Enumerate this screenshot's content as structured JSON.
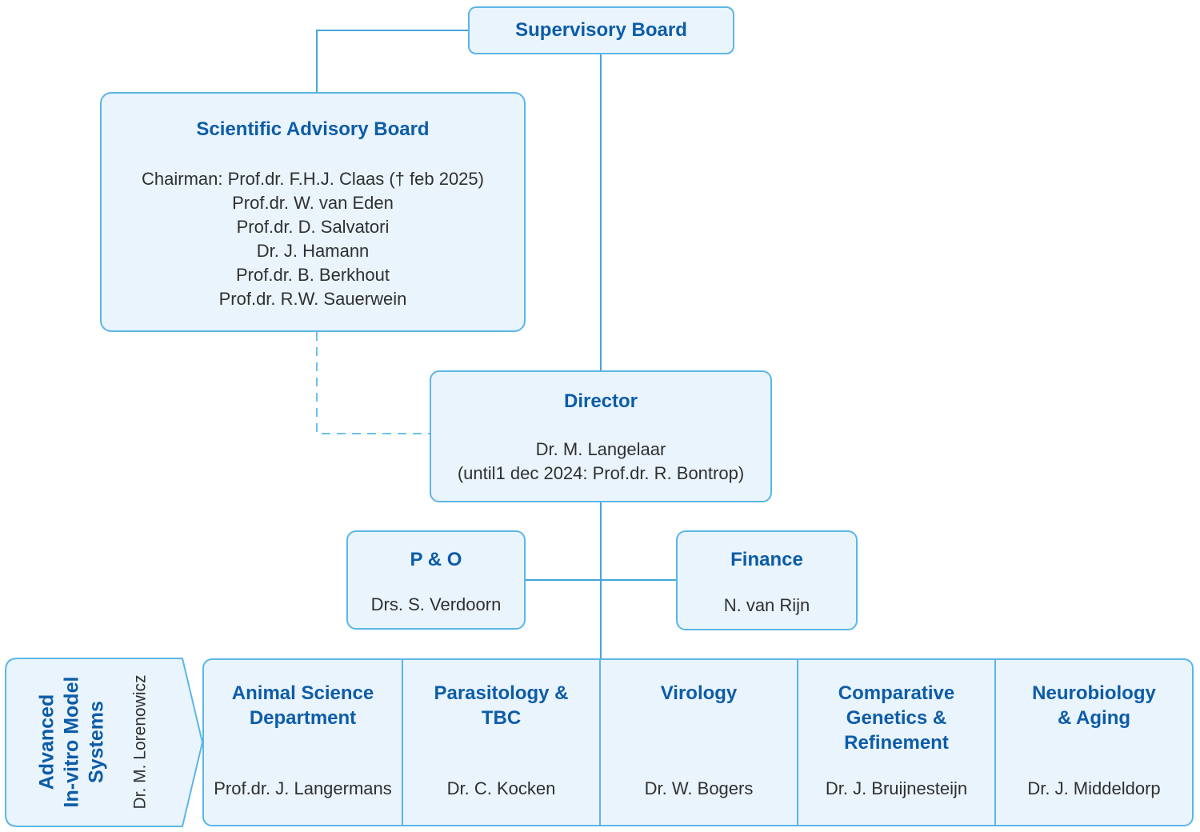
{
  "palette": {
    "box_fill": "#e9f4fc",
    "box_border": "#5cb6e7",
    "title_color": "#0d5ca8",
    "body_color": "#303030",
    "connector": "#45a6d8",
    "connector_dashed": "#6cc0ec",
    "page_bg": "#ffffff"
  },
  "supervisory_board": {
    "title": "Supervisory Board"
  },
  "scientific_advisory_board": {
    "title": "Scientific Advisory Board",
    "members": [
      "Chairman: Prof.dr. F.H.J. Claas († feb 2025)",
      "Prof.dr. W. van Eden",
      "Prof.dr. D. Salvatori",
      "Dr. J. Hamann",
      "Prof.dr. B. Berkhout",
      "Prof.dr. R.W. Sauerwein"
    ]
  },
  "director": {
    "title": "Director",
    "name": "Dr. M. Langelaar",
    "note": "(until1 dec 2024: Prof.dr. R. Bontrop)"
  },
  "po": {
    "title": "P & O",
    "name": "Drs. S. Verdoorn"
  },
  "finance": {
    "title": "Finance",
    "name": "N. van Rijn"
  },
  "advanced_invitro": {
    "title": "Advanced\nIn-vitro Model\nSystems",
    "name": "Dr. M. Lorenowicz"
  },
  "departments": [
    {
      "title": "Animal Science\nDepartment",
      "name": "Prof.dr. J. Langermans"
    },
    {
      "title": "Parasitology &\nTBC",
      "name": "Dr. C. Kocken"
    },
    {
      "title": "Virology",
      "name": "Dr. W. Bogers"
    },
    {
      "title": "Comparative\nGenetics &\nRefinement",
      "name": "Dr. J. Bruijnesteijn"
    },
    {
      "title": "Neurobiology\n& Aging",
      "name": "Dr. J. Middeldorp"
    }
  ]
}
